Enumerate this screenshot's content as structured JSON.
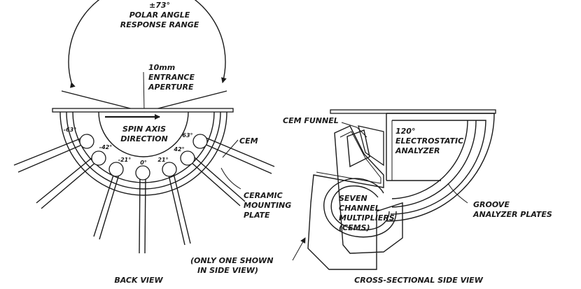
{
  "back_view": {
    "polar_angle": {
      "line1": "±73°",
      "line2": "POLAR ANGLE",
      "line3": "RESPONSE RANGE"
    },
    "aperture": {
      "line1": "10mm",
      "line2": "ENTRANCE",
      "line3": "APERTURE"
    },
    "spin_axis": {
      "line1": "SPIN AXIS",
      "line2": "DIRECTION"
    },
    "cem_label": "CEM",
    "ceramic": {
      "line1": "CERAMIC",
      "line2": "MOUNTING",
      "line3": "PLATE"
    },
    "angles": [
      "-63°",
      "-42°",
      "-21°",
      "0°",
      "21°",
      "42°",
      "63°"
    ],
    "caption": "BACK VIEW"
  },
  "side_view": {
    "cem_funnel": "CEM FUNNEL",
    "analyzer": {
      "line1": "120°",
      "line2": "ELECTROSTATIC",
      "line3": "ANALYZER"
    },
    "seven": {
      "line1": "SEVEN",
      "line2": "CHANNEL",
      "line3": "MULTIPLIERS",
      "line4": "(CEMS)"
    },
    "groove": {
      "line1": "GROOVE",
      "line2": "ANALYZER PLATES"
    },
    "only_one": {
      "line1": "(ONLY ONE SHOWN",
      "line2": "IN SIDE VIEW)"
    },
    "caption": "CROSS-SECTIONAL SIDE VIEW"
  }
}
